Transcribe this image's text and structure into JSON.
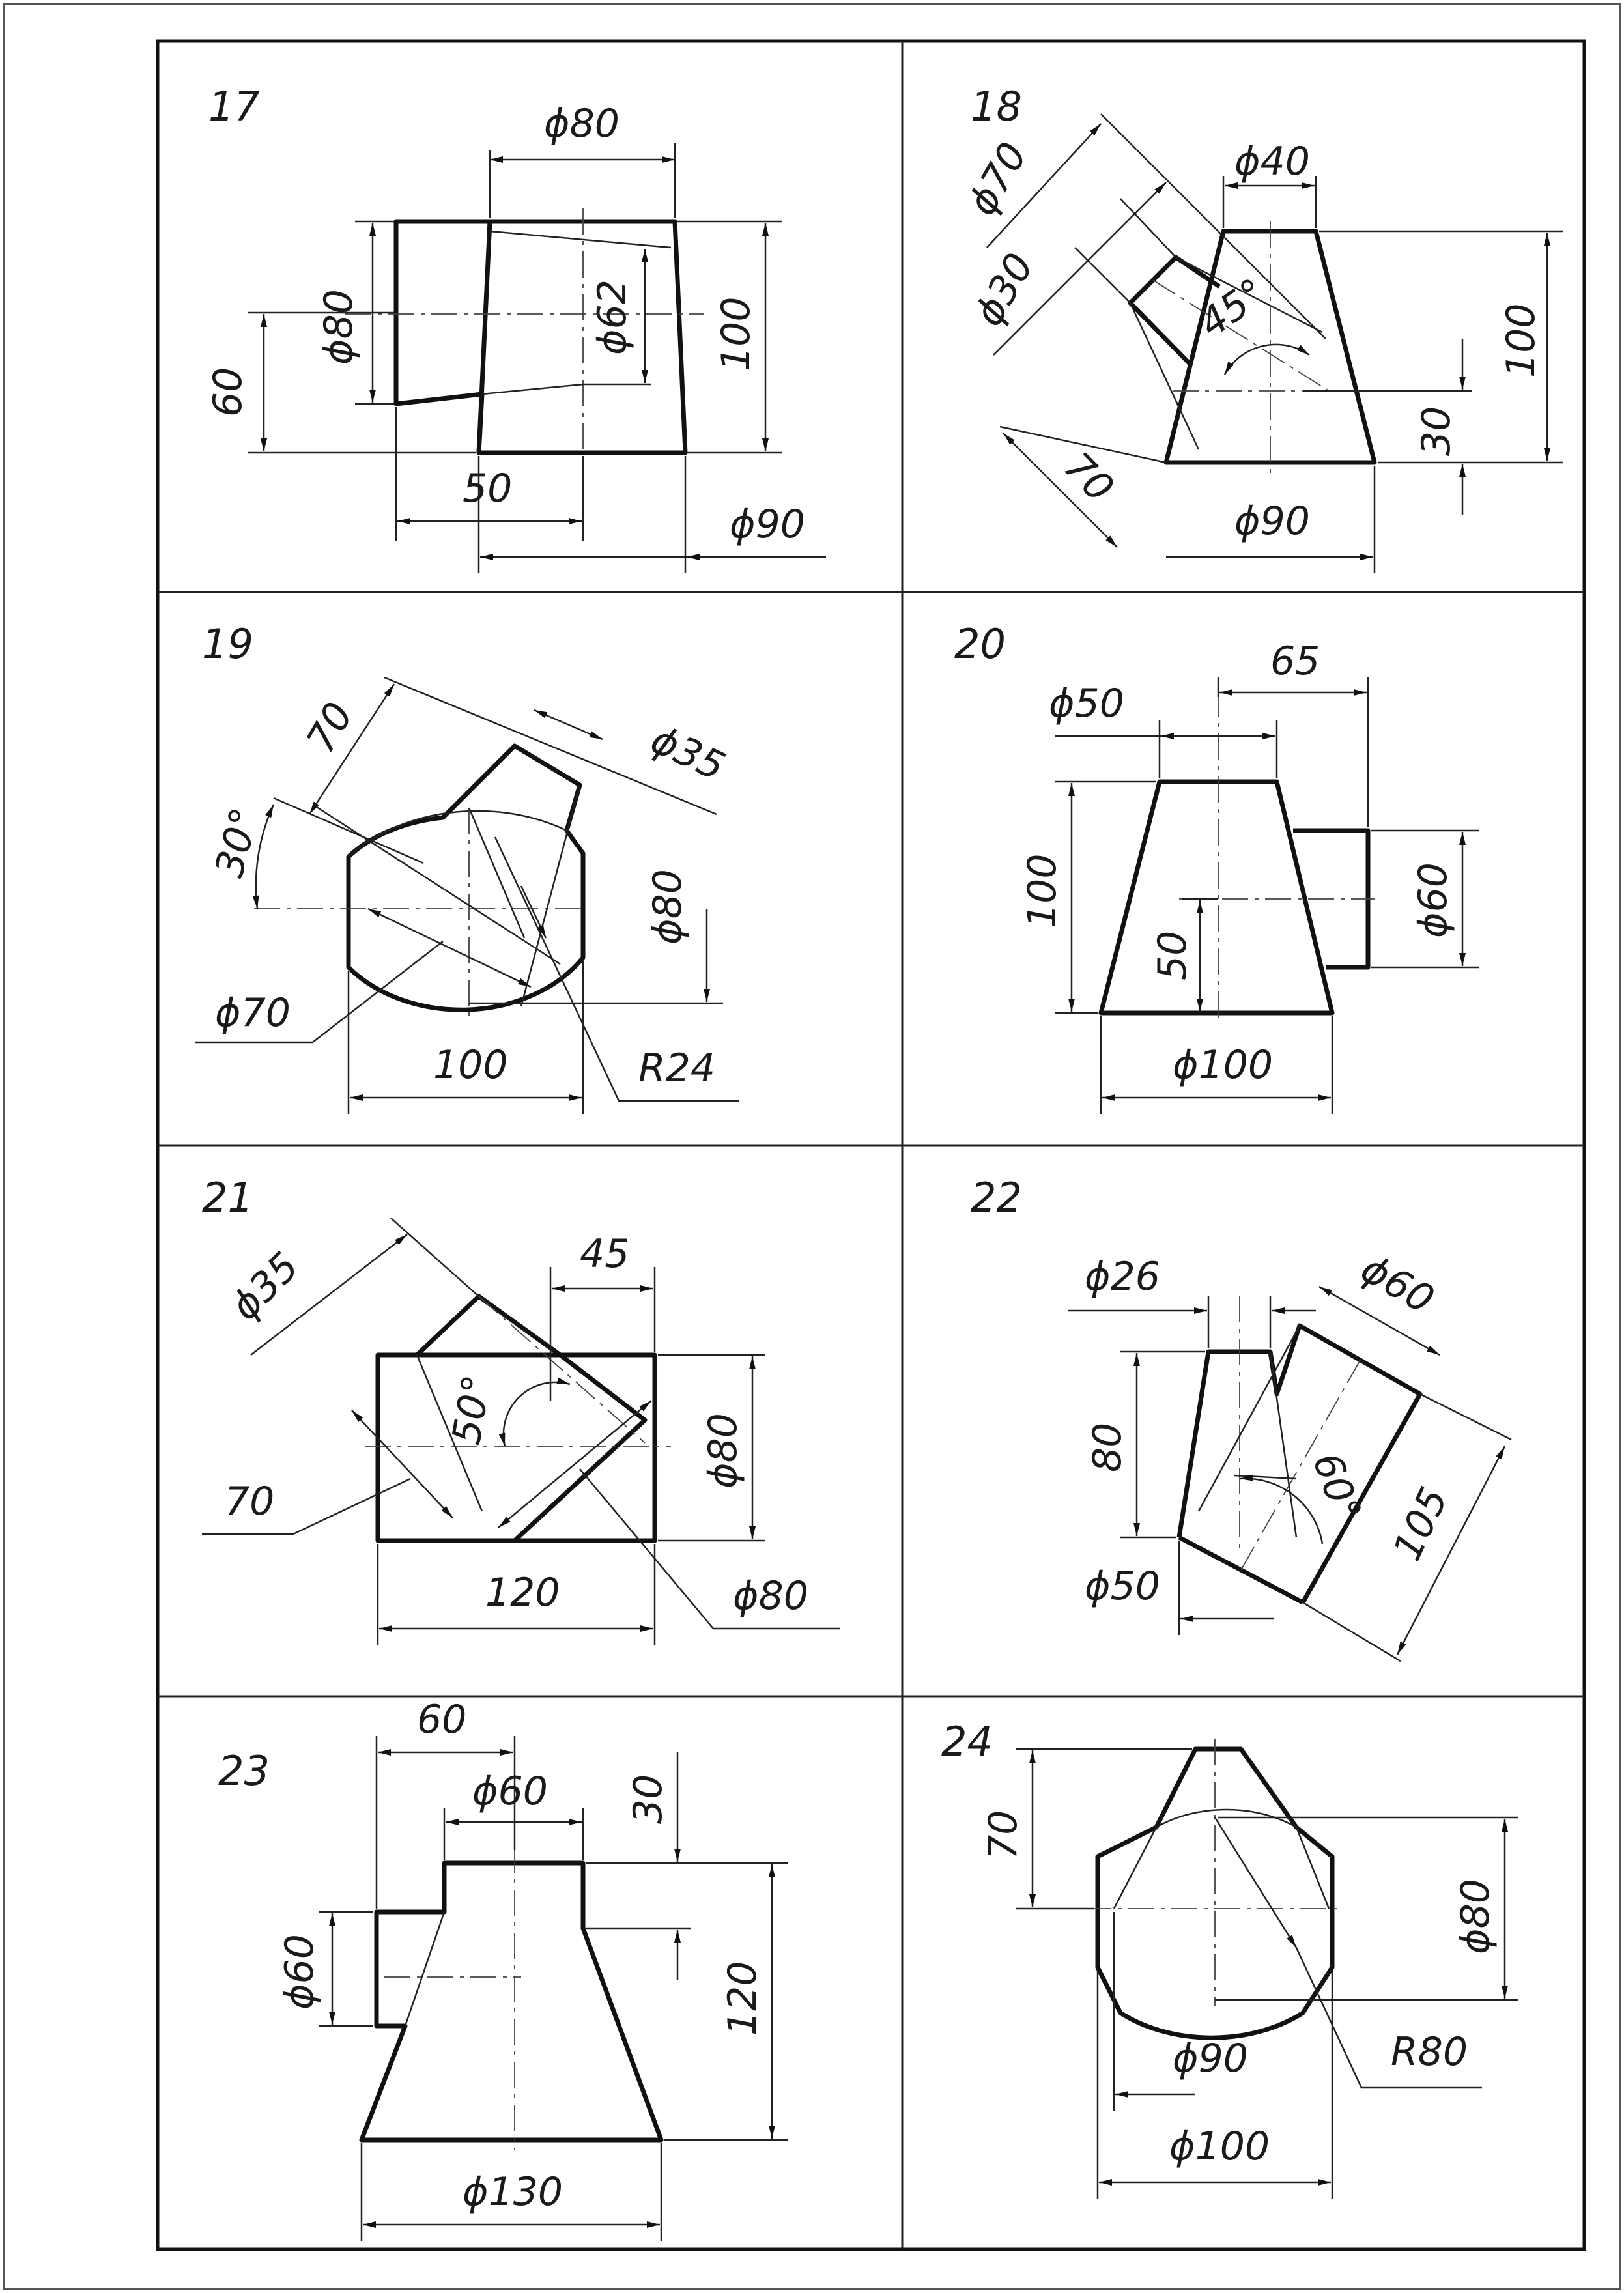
{
  "panels": [
    {
      "id": "17",
      "dims": [
        "ϕ80",
        "60",
        "ϕ80",
        "ϕ62",
        "100",
        "50",
        "ϕ90"
      ]
    },
    {
      "id": "18",
      "dims": [
        "ϕ70",
        "ϕ40",
        "ϕ30",
        "45°",
        "100",
        "30",
        "70",
        "ϕ90"
      ]
    },
    {
      "id": "19",
      "dims": [
        "70",
        "ϕ35",
        "30°",
        "ϕ80",
        "ϕ70",
        "100",
        "R24"
      ]
    },
    {
      "id": "20",
      "dims": [
        "ϕ50",
        "65",
        "100",
        "50",
        "ϕ60",
        "ϕ100"
      ]
    },
    {
      "id": "21",
      "dims": [
        "45",
        "ϕ35",
        "50°",
        "ϕ80",
        "70",
        "120",
        "ϕ80"
      ]
    },
    {
      "id": "22",
      "dims": [
        "ϕ26",
        "ϕ60",
        "80",
        "60°",
        "105",
        "ϕ50"
      ]
    },
    {
      "id": "23",
      "dims": [
        "60",
        "ϕ60",
        "30",
        "ϕ60",
        "120",
        "ϕ130"
      ]
    },
    {
      "id": "24",
      "dims": [
        "70",
        "ϕ80",
        "ϕ90",
        "R80",
        "ϕ100"
      ]
    }
  ]
}
